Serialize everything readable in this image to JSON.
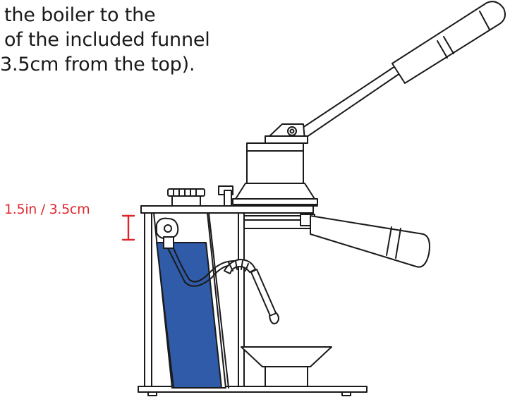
{
  "instruction": {
    "lines": [
      "the boiler to the",
      "of the included funnel",
      "3.5cm from the top)."
    ]
  },
  "measurement": {
    "label": "1.5in / 3.5cm",
    "color": "#e0262b"
  },
  "colors": {
    "water": "#2f5ba8",
    "outline": "#1a1a1a"
  },
  "icons": {
    "machine": "lever-espresso-machine-illustration"
  }
}
